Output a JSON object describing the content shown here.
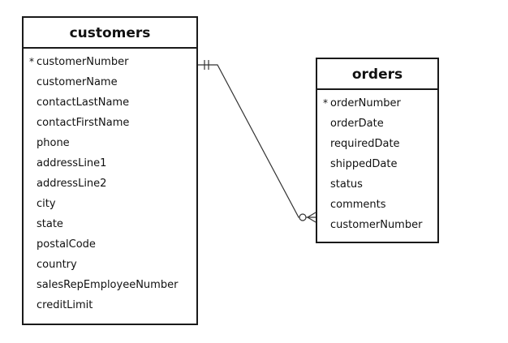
{
  "tables": [
    {
      "name": "customers",
      "fields": [
        {
          "name": "customerNumber",
          "marker": "*"
        },
        {
          "name": "customerName",
          "marker": ""
        },
        {
          "name": "contactLastName",
          "marker": ""
        },
        {
          "name": "contactFirstName",
          "marker": ""
        },
        {
          "name": "phone",
          "marker": ""
        },
        {
          "name": "addressLine1",
          "marker": ""
        },
        {
          "name": "addressLine2",
          "marker": ""
        },
        {
          "name": "city",
          "marker": ""
        },
        {
          "name": "state",
          "marker": ""
        },
        {
          "name": "postalCode",
          "marker": ""
        },
        {
          "name": "country",
          "marker": ""
        },
        {
          "name": "salesRepEmployeeNumber",
          "marker": ""
        },
        {
          "name": "creditLimit",
          "marker": ""
        }
      ]
    },
    {
      "name": "orders",
      "fields": [
        {
          "name": "orderNumber",
          "marker": "*"
        },
        {
          "name": "orderDate",
          "marker": ""
        },
        {
          "name": "requiredDate",
          "marker": ""
        },
        {
          "name": "shippedDate",
          "marker": ""
        },
        {
          "name": "status",
          "marker": ""
        },
        {
          "name": "comments",
          "marker": ""
        },
        {
          "name": "customerNumber",
          "marker": ""
        }
      ]
    }
  ],
  "relationship": {
    "from_table": "customers",
    "to_table": "orders",
    "from_cardinality": "exactly-one",
    "to_cardinality": "zero-or-many"
  },
  "colors": {
    "border": "#1a1a1a",
    "line": "#333333",
    "background": "#ffffff"
  }
}
